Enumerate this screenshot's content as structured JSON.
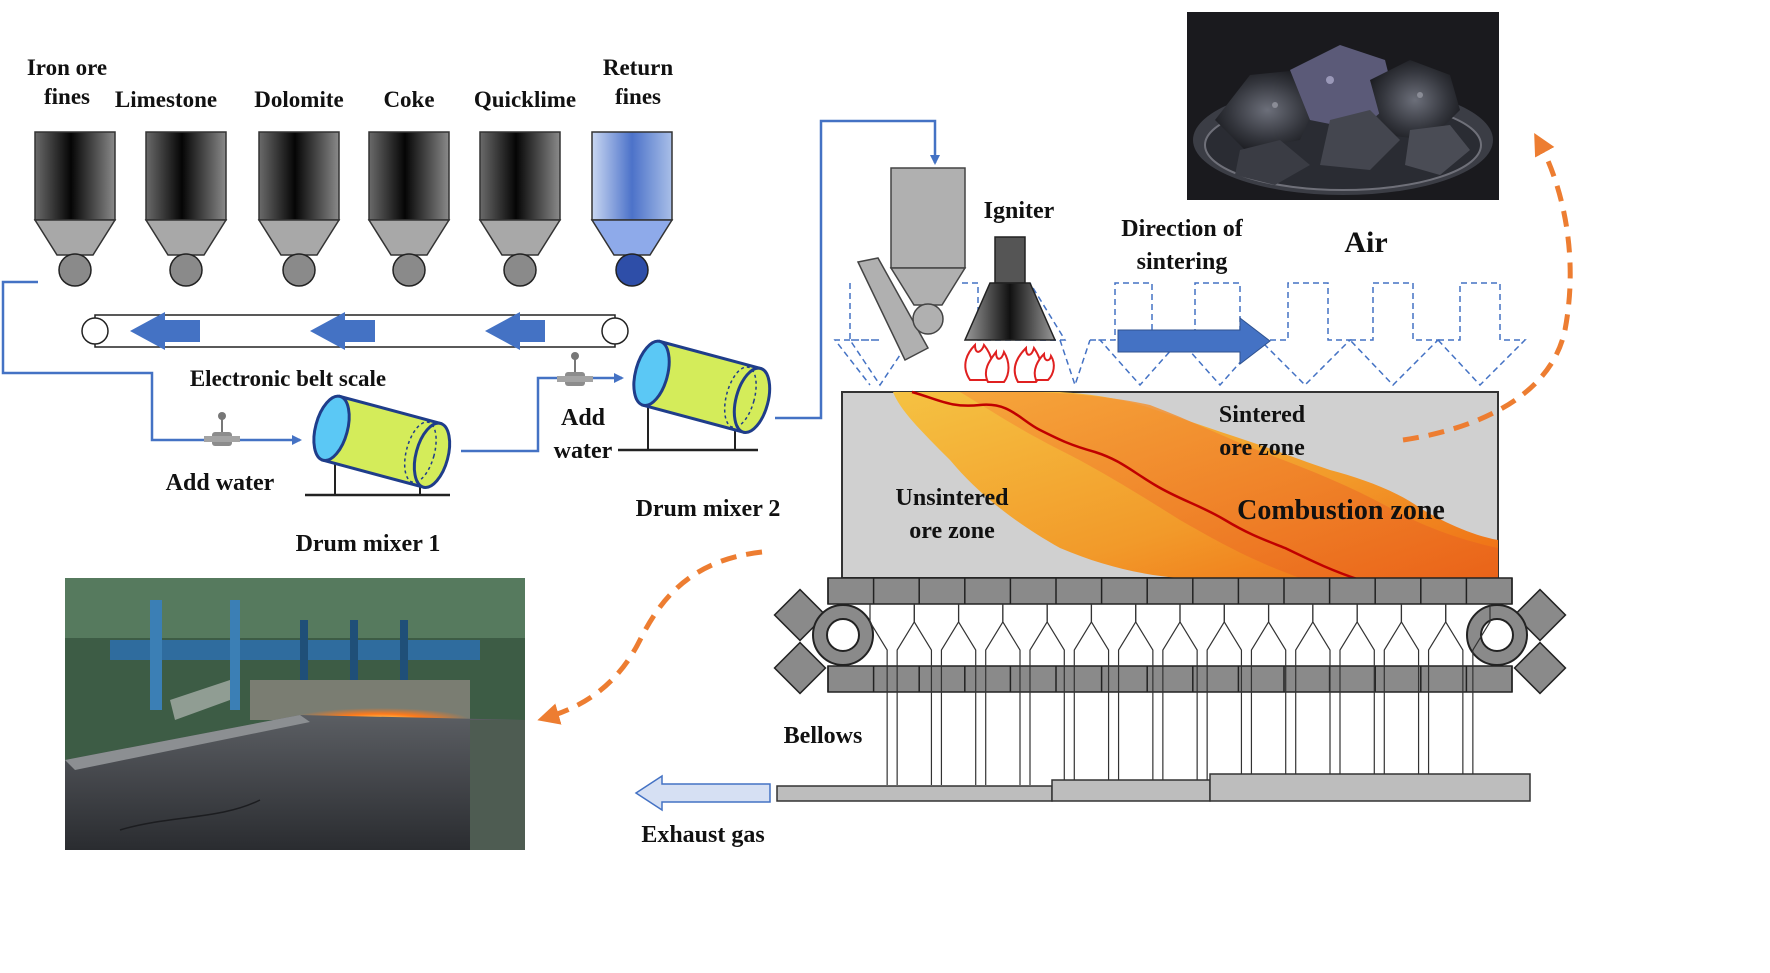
{
  "bins": [
    {
      "label_lines": [
        "Iron ore",
        "fines"
      ],
      "kind": "dark"
    },
    {
      "label_lines": [
        "Limestone"
      ],
      "kind": "dark"
    },
    {
      "label_lines": [
        "Dolomite"
      ],
      "kind": "dark"
    },
    {
      "label_lines": [
        "Coke"
      ],
      "kind": "dark"
    },
    {
      "label_lines": [
        "Quicklime"
      ],
      "kind": "dark"
    },
    {
      "label_lines": [
        "Return",
        "fines"
      ],
      "kind": "blue"
    }
  ],
  "labels": {
    "belt_scale": "Electronic belt scale",
    "add_water_1": "Add water",
    "add_water_2_line1": "Add",
    "add_water_2_line2": "water",
    "drum_mixer_1": "Drum mixer 1",
    "drum_mixer_2": "Drum mixer 2",
    "igniter": "Igniter",
    "direction_line1": "Direction of",
    "direction_line2": "sintering",
    "air": "Air",
    "sintered_line1": "Sintered",
    "sintered_line2": "ore zone",
    "unsintered_line1": "Unsintered",
    "unsintered_line2": "ore zone",
    "combustion": "Combustion zone",
    "bellows": "Bellows",
    "exhaust": "Exhaust gas"
  },
  "colors": {
    "flow_line": "#4472c4",
    "arrow_blue": "#4472c4",
    "dashed_arrow": "#ed7d31",
    "drum_body": "#d4ec5a",
    "drum_cap": "#5bc8f5",
    "bed_gray": "#d0d0d0",
    "combustion_orange": "#f08a1c",
    "flame_front": "#c00000"
  },
  "icons": {
    "sinter_photo": "sinter-ore-photo-icon",
    "plant_photo": "sintering-plant-photo-icon",
    "valve": "valve-icon",
    "flame": "flame-icon"
  }
}
